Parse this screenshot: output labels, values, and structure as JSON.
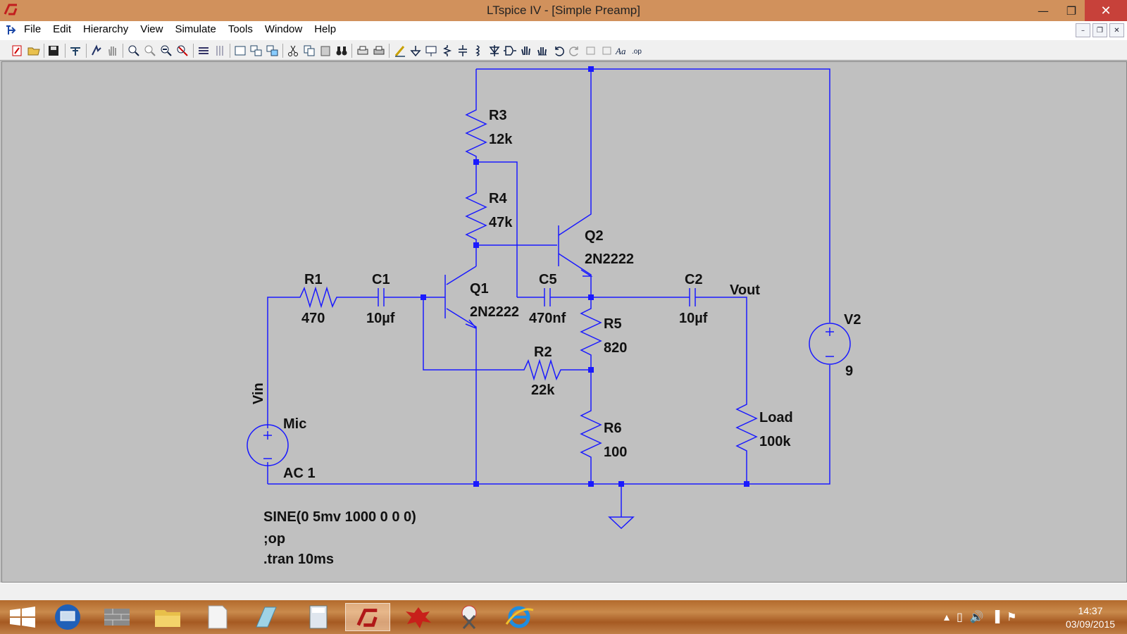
{
  "window": {
    "title": "LTspice IV - [Simple Preamp]"
  },
  "menu": {
    "items": [
      "File",
      "Edit",
      "Hierarchy",
      "View",
      "Simulate",
      "Tools",
      "Window",
      "Help"
    ]
  },
  "schematic": {
    "components": {
      "r1": {
        "name": "R1",
        "value": "470"
      },
      "c1": {
        "name": "C1",
        "value": "10µf"
      },
      "q1": {
        "name": "Q1",
        "value": "2N2222"
      },
      "r3": {
        "name": "R3",
        "value": "12k"
      },
      "r4": {
        "name": "R4",
        "value": "47k"
      },
      "q2": {
        "name": "Q2",
        "value": "2N2222"
      },
      "c5": {
        "name": "C5",
        "value": "470nf"
      },
      "r5": {
        "name": "R5",
        "value": "820"
      },
      "r2": {
        "name": "R2",
        "value": "22k"
      },
      "r6": {
        "name": "R6",
        "value": "100"
      },
      "c2": {
        "name": "C2",
        "value": "10µf"
      },
      "load": {
        "name": "Load",
        "value": "100k"
      },
      "v2": {
        "name": "V2",
        "value": "9"
      },
      "mic": {
        "name": "Mic",
        "value": "AC 1"
      }
    },
    "net_labels": {
      "vin": "Vin",
      "vout": "Vout"
    },
    "directives": [
      "SINE(0 5mv 1000 0 0 0)",
      ";op",
      ".tran 10ms"
    ]
  },
  "taskbar": {
    "apps": [
      "start",
      "remote-desktop",
      "firewall",
      "file-explorer",
      "notepad",
      "pen-app",
      "calculator",
      "ltspice",
      "paint-splat",
      "snipping-tool",
      "internet-explorer"
    ],
    "clock": {
      "time": "14:37",
      "date": "03/09/2015"
    }
  },
  "colors": {
    "wire": "#1a1aff",
    "titlebar": "#d1915c",
    "close": "#c7413a",
    "canvas": "#c0c0c0"
  }
}
